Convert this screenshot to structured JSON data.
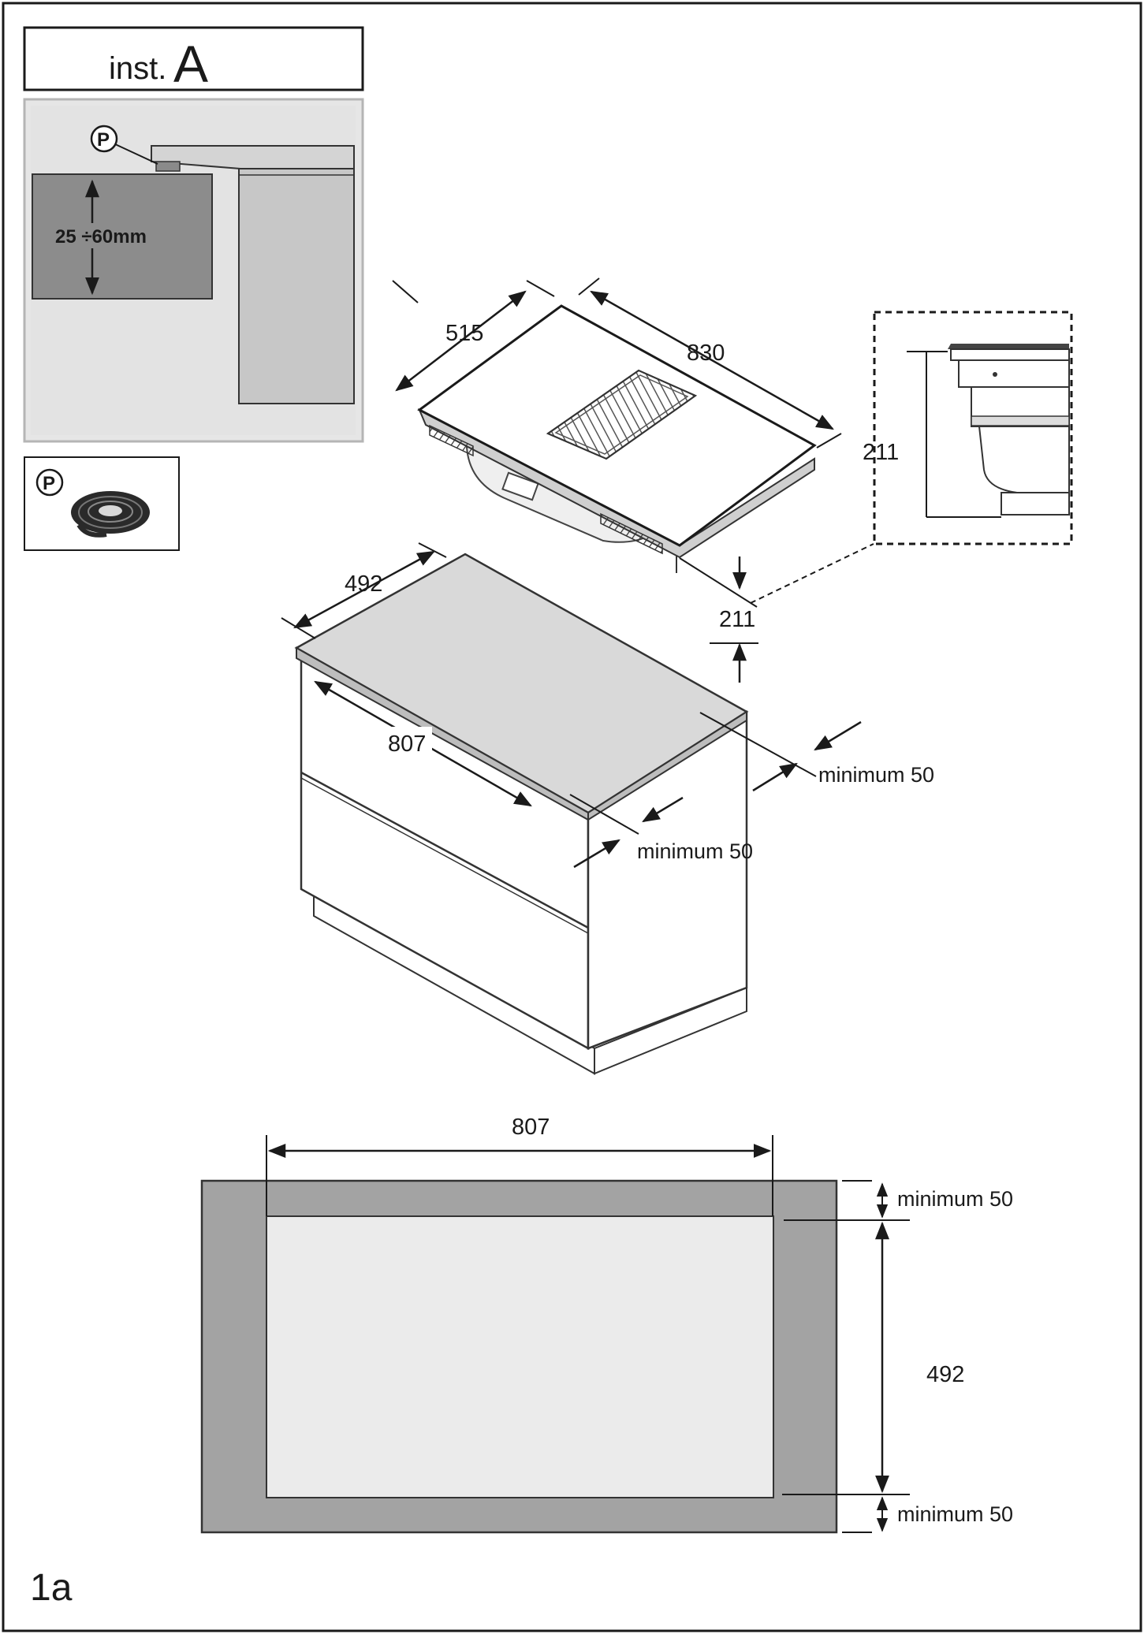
{
  "header": {
    "prefix": "inst.",
    "letter": "A"
  },
  "detail_inset": {
    "callout": "P",
    "thickness_label": "25 ÷60mm"
  },
  "gasket_inset": {
    "callout": "P"
  },
  "hob": {
    "depth": "515",
    "width": "830",
    "height": "211"
  },
  "side_view": {
    "height": "211"
  },
  "cabinet": {
    "cutout_depth": "492",
    "cutout_width": "807",
    "clearance_back": "minimum 50",
    "clearance_front": "minimum 50"
  },
  "plan_view": {
    "cutout_width": "807",
    "cutout_depth": "492",
    "clearance_top": "minimum 50",
    "clearance_bottom": "minimum 50"
  },
  "figure_id": "1a",
  "colors": {
    "line": "#1a1a1a",
    "counter_fill": "#a3a3a3",
    "inset_bg": "#e6e6e6",
    "cutout_fill": "#ebebeb"
  }
}
